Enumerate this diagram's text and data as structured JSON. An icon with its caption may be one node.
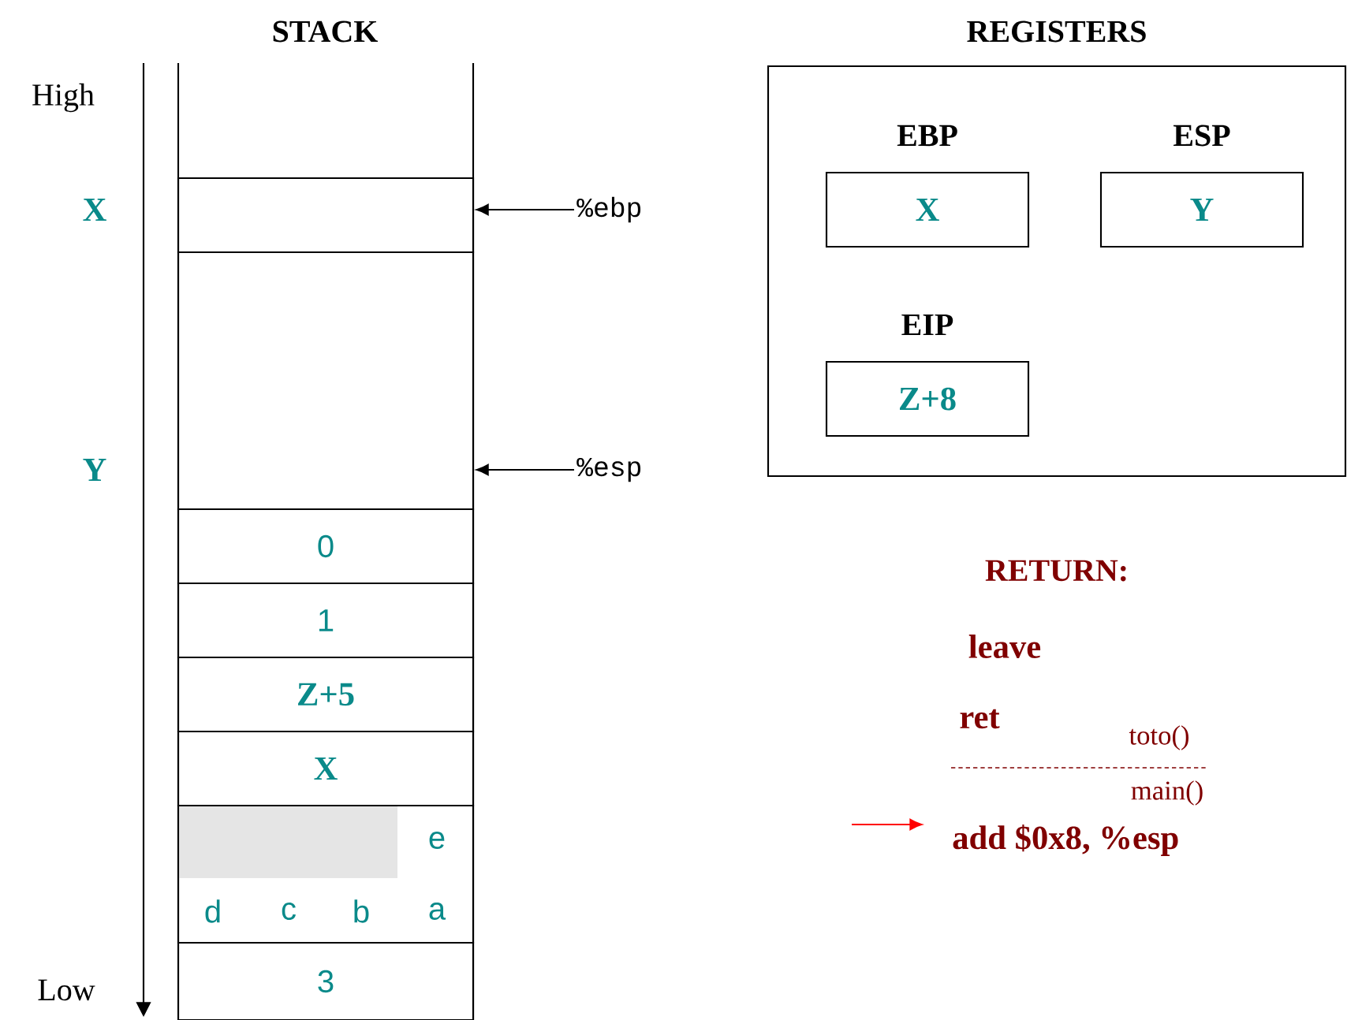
{
  "diagram": {
    "nodes": [
      {
        "text": [],
        "shape": "box"
      },
      {
        "text": [],
        "shape": "box"
      },
      {
        "text": [
          "0"
        ]
      },
      {
        "text": [
          "1"
        ]
      },
      {
        "text": [
          "Z+5"
        ]
      },
      {
        "text": [
          "X"
        ]
      },
      {
        "text": [
          "e",
          "d",
          "c",
          "b",
          "a"
        ]
      },
      {
        "text": [
          "3"
        ]
      },
      {
        "text": [
          "%ebp"
        ]
      },
      {
        "text": [
          "%esp"
        ]
      },
      {
        "text": [
          "REGISTERS"
        ]
      },
      {
        "text": [
          "EBP",
          "X"
        ],
        "in": 10
      },
      {
        "text": [
          "ESP",
          "Y"
        ],
        "in": 10
      },
      {
        "text": [
          "EIP",
          "Z+8"
        ],
        "in": 10
      },
      {
        "text": [
          "add $0x8, %esp"
        ]
      }
    ],
    "edges": [
      {
        "from": 8,
        "to": 0,
        "arrow": "to"
      },
      {
        "from": 9,
        "to": 1,
        "arrow": "to"
      },
      {
        "from": null,
        "to": 14,
        "arrow": "to",
        "color": "#ff0000"
      }
    ],
    "labels": [
      "STACK",
      "High",
      "X",
      "Y",
      "Low",
      "RETURN:",
      "leave",
      "ret",
      "toto()",
      "main()"
    ]
  }
}
